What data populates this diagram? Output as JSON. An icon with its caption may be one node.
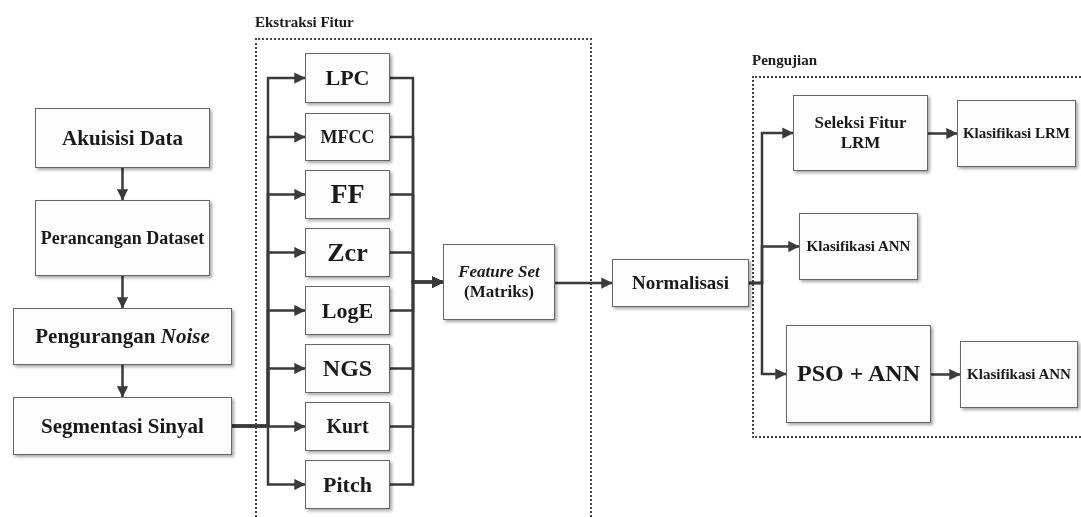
{
  "diagram": {
    "nodes": [
      {
        "text": [
          "Akuisisi Data"
        ]
      },
      {
        "text": [
          "Perancangan Dataset"
        ]
      },
      {
        "text": [
          "Pengurangan *Noise*"
        ]
      },
      {
        "text": [
          "Segmentasi Sinyal"
        ]
      },
      {
        "text": [
          "Ekstraksi Fitur"
        ]
      },
      {
        "text": [
          "LPC"
        ],
        "in": 4
      },
      {
        "text": [
          "MFCC"
        ],
        "in": 4
      },
      {
        "text": [
          "FF"
        ],
        "in": 4
      },
      {
        "text": [
          "Zcr"
        ],
        "in": 4
      },
      {
        "text": [
          "LogE"
        ],
        "in": 4
      },
      {
        "text": [
          "NGS"
        ],
        "in": 4
      },
      {
        "text": [
          "Kurt"
        ],
        "in": 4
      },
      {
        "text": [
          "Pitch"
        ],
        "in": 4
      },
      {
        "text": [
          "*Feature Set* (Matriks)"
        ],
        "in": 4
      },
      {
        "text": [
          "Normalisasi"
        ]
      },
      {
        "text": [
          "Pengujian"
        ]
      },
      {
        "text": [
          "Seleksi Fitur LRM"
        ],
        "in": 15
      },
      {
        "text": [
          "Klasifikasi LRM"
        ],
        "in": 15
      },
      {
        "text": [
          "Klasifikasi ANN"
        ],
        "in": 15
      },
      {
        "text": [
          "PSO + ANN"
        ],
        "in": 15
      },
      {
        "text": [
          "Klasifikasi ANN"
        ],
        "in": 15
      }
    ],
    "edges": [
      {
        "from": 0,
        "to": 1,
        "arrow": "to"
      },
      {
        "from": 1,
        "to": 2,
        "arrow": "to"
      },
      {
        "from": 2,
        "to": 3,
        "arrow": "to"
      },
      {
        "from": 3,
        "to": 5,
        "arrow": "to"
      },
      {
        "from": 3,
        "to": 6,
        "arrow": "to"
      },
      {
        "from": 3,
        "to": 7,
        "arrow": "to"
      },
      {
        "from": 3,
        "to": 8,
        "arrow": "to"
      },
      {
        "from": 3,
        "to": 9,
        "arrow": "to"
      },
      {
        "from": 3,
        "to": 10,
        "arrow": "to"
      },
      {
        "from": 3,
        "to": 11,
        "arrow": "to"
      },
      {
        "from": 3,
        "to": 12,
        "arrow": "to"
      },
      {
        "from": 5,
        "to": 13,
        "arrow": "to"
      },
      {
        "from": 6,
        "to": 13,
        "arrow": "to"
      },
      {
        "from": 7,
        "to": 13,
        "arrow": "to"
      },
      {
        "from": 8,
        "to": 13,
        "arrow": "to"
      },
      {
        "from": 9,
        "to": 13,
        "arrow": "to"
      },
      {
        "from": 10,
        "to": 13,
        "arrow": "to"
      },
      {
        "from": 11,
        "to": 13,
        "arrow": "to"
      },
      {
        "from": 12,
        "to": 13,
        "arrow": "to"
      },
      {
        "from": 13,
        "to": 14,
        "arrow": "to"
      },
      {
        "from": 14,
        "to": 16,
        "arrow": "to"
      },
      {
        "from": 14,
        "to": 18,
        "arrow": "to"
      },
      {
        "from": 14,
        "to": 19,
        "arrow": "to"
      },
      {
        "from": 16,
        "to": 17,
        "arrow": "to"
      },
      {
        "from": 19,
        "to": 20,
        "arrow": "to"
      }
    ]
  }
}
